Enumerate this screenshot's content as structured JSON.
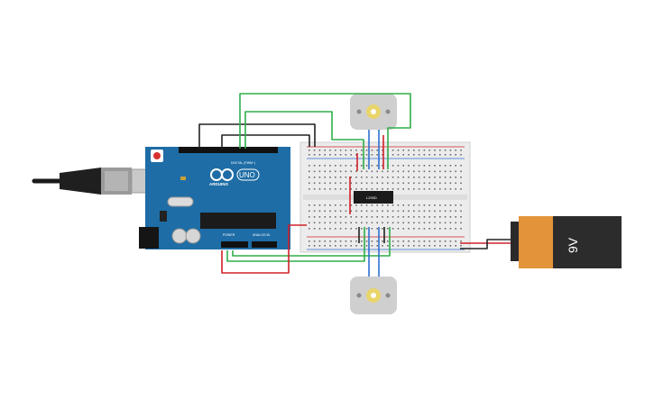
{
  "arduino": {
    "brand": "ARDUINO",
    "model": "UNO",
    "digital_label": "DIGITAL (PWM~)",
    "power_label": "POWER",
    "analog_label": "ANALOG IN"
  },
  "driver_chip": {
    "label": "L293D"
  },
  "battery": {
    "label": "9V"
  },
  "colors": {
    "board": "#1e6da6",
    "breadboard": "#ececec",
    "wire_red": "#d0202a",
    "wire_black": "#222222",
    "wire_green": "#2fae4a",
    "wire_blue": "#2f6fd0",
    "battery_orange": "#e3943b",
    "motor_body": "#cfcfcf",
    "motor_hub": "#e9d56b"
  },
  "icons": [
    "usb-plug-icon",
    "motor-icon",
    "battery-icon",
    "chip-icon"
  ]
}
